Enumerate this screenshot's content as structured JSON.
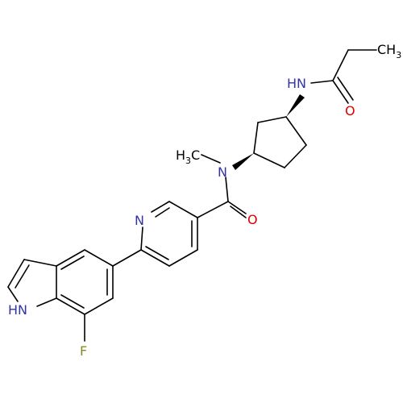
{
  "colors": {
    "bond": "#000000",
    "nitrogen": "#3333aa",
    "oxygen": "#dd0000",
    "fluorine": "#888822",
    "carbon_label": "#000000"
  },
  "labels": {
    "nh_amide": "HN",
    "o_amide_top": "O",
    "ch3_top_main": "CH",
    "ch3_top_sub": "3",
    "n_methyl_amine": "N",
    "h3c_main": "H",
    "h3c_sub": "3",
    "h3c_c": "C",
    "o_amide_mid": "O",
    "n_pyridine": "N",
    "nh_indole": "HN",
    "f_label": "F"
  }
}
